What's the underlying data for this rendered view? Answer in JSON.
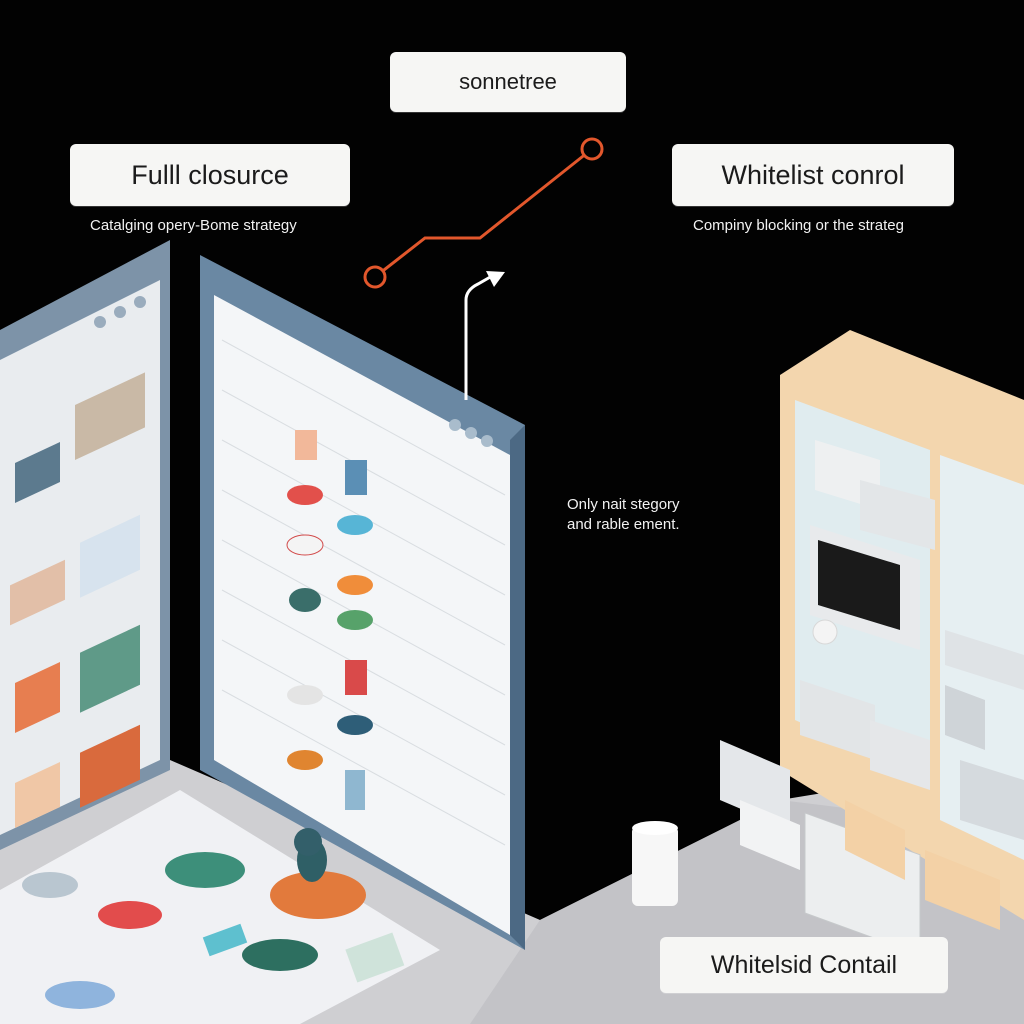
{
  "top_label": "sonnetree",
  "left": {
    "title": "Fulll closurce",
    "caption": "Catalging opery-Bome strategy"
  },
  "right": {
    "title": "Whitelist conrol",
    "caption": "Compiny blocking or the strateg"
  },
  "middle_caption": {
    "line1": "Only nait stegory",
    "line2": "and rable ement."
  },
  "bottom_label": "Whitelsid Contail",
  "colors": {
    "background": "#020202",
    "label_bg": "#f6f6f4",
    "connector": "#e2572c",
    "panel_frame": "#6a88a3",
    "shelf_wood": "#f3d6ae",
    "floor": "#cfcfd2"
  }
}
